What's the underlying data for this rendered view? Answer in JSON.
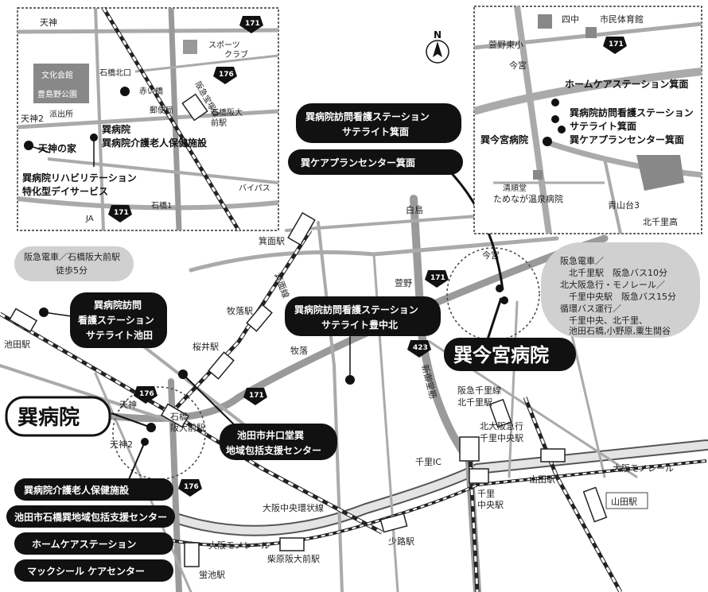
{
  "compass": {
    "label": "N"
  },
  "inset_left": {
    "places": {
      "tenjin": "天神",
      "tenjin2": "天神2",
      "bunka": "文化会館",
      "toyoshima": "豊島野公園",
      "hashutsujo": "派出所",
      "ishibashi_kitaguchi": "石橋北口",
      "akaihashi": "赤い橋",
      "yubinkyoku": "郵便局",
      "sports_club1": "スポーツ",
      "sports_club2": "クラブ",
      "hankyu_line": "阪急宝塚線",
      "station1": "石橋阪大",
      "station2": "前駅",
      "bypass": "バイパス",
      "ja": "JA",
      "ishibashi1": "石橋1"
    },
    "facilities": {
      "tatsumi1": "巽病院",
      "tatsumi2": "巽病院介護老人保健施設",
      "tenjin_no_ie": "天神の家",
      "rehab1": "巽病院リハビリテーション",
      "rehab2": "特化型デイサービス"
    }
  },
  "inset_right": {
    "places": {
      "yonaka": "四中",
      "shimin": "市民体育館",
      "toyono_higashi": "萱野東小",
      "imamiya": "今宮",
      "seijundo1": "清順堂",
      "seijundo2": "ためなが温泉病院",
      "aoyamadai": "青山台3",
      "kitasenri_ko": "北千里高"
    },
    "facilities": {
      "home_care_minoh": "ホームケアステーション箕面",
      "satellite1": "巽病院訪問看護ステーション",
      "satellite2": "サテライト箕面",
      "care_plan": "巽ケアプランセンター箕面",
      "imamiya_hospital": "巽今宮病院"
    }
  },
  "main": {
    "places": {
      "hankyu_note1": "阪急電車／石橋阪大前駅",
      "hankyu_note2": "徒歩5分",
      "ikeda_station": "池田駅",
      "mino_station": "箕面駅",
      "mino_line": "箕面線",
      "makiochi_station": "牧落駅",
      "sakurai_station": "桜井駅",
      "makiochi": "牧落",
      "shirashima": "白島",
      "kayano": "萱野",
      "imamiya": "今宮",
      "shinmido1": "新御堂筋",
      "tenjin": "天神",
      "tenjin2": "天神2",
      "ishibashi_station1": "石橋",
      "ishibashi_station2": "阪大前駅",
      "hankyu_senri1": "阪急千里線",
      "hankyu_senri2": "北千里駅",
      "kita_osaka1": "北大阪急行",
      "kita_osaka2": "千里中央駅",
      "senri_ic": "千里IC",
      "yamada_station": "山田駅",
      "yamada_station2": "山田駅",
      "osaka_monorail": "大阪モノレール",
      "senri_chuo1": "千里",
      "senri_chuo2": "中央駅",
      "chuo_loop": "大阪中央環状線",
      "shoji": "少路駅",
      "monorail2": "大阪モノレール",
      "shibahara": "柴原阪大前駅",
      "hotarugaike": "蛍池駅"
    },
    "access_note": [
      "阪急電車／",
      "　北千里駅　阪急バス10分",
      "北大阪急行・モノレール／",
      "　千里中央駅　阪急バス15分",
      "循環バス運行／",
      "　千里中央、北千里、",
      "　池田石橋,小野原,粟生間谷"
    ],
    "callouts": {
      "mino_sat1": "巽病院訪問看護ステーション",
      "mino_sat2": "サテライト箕面",
      "care_plan_mino": "巽ケアプランセンター箕面",
      "ikeda_sat1": "巽病院訪問",
      "ikeda_sat2": "看護ステーション",
      "ikeda_sat3": "サテライト池田",
      "toyonaka_sat1": "巽病院訪問看護ステーション",
      "toyonaka_sat2": "サテライト豊中北",
      "imamiya_hospital": "巽今宮病院",
      "tatsumi_hospital": "巽病院",
      "ikeda_center1": "池田市井口堂巽",
      "ikeda_center2": "地域包括支援センター",
      "rouken": "巽病院介護老人保健施設",
      "ishibashi_center": "池田市石橋巽地域包括支援センター",
      "home_care": "ホームケアステーション",
      "mac_seal": "マックシール ケアセンター"
    },
    "routes": {
      "r171": "171",
      "r176": "176",
      "r423": "423"
    }
  }
}
